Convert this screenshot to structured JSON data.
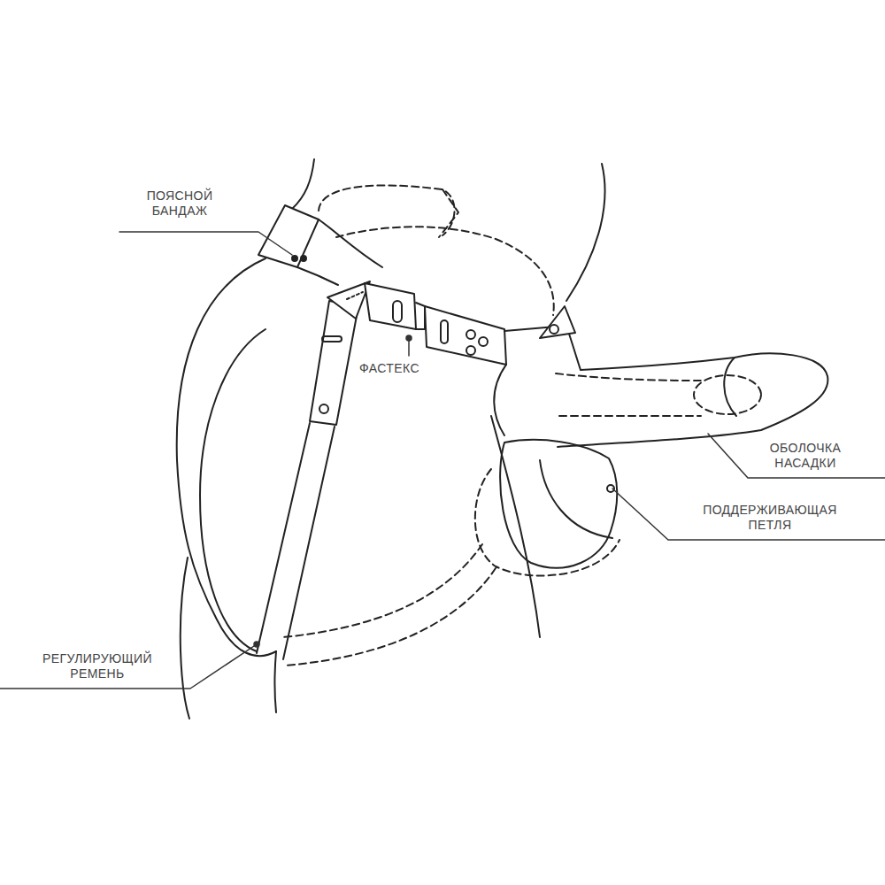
{
  "diagram": {
    "labels": [
      "ПОЯСНОЙ БАНДАЖ",
      "ФАСТЕКС",
      "ОБОЛОЧКА НАСАДКИ",
      "ПОДДЕРЖИВАЮЩАЯ ПЕТЛЯ",
      "РЕГУЛИРУЮЩИЙ РЕМЕНЬ"
    ]
  }
}
